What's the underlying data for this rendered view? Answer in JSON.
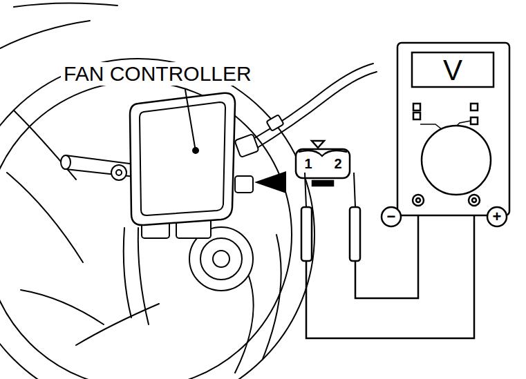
{
  "diagram": {
    "labels": [
      "FAN CONTROLLER",
      "1",
      "2",
      "V",
      "−",
      "+"
    ]
  }
}
